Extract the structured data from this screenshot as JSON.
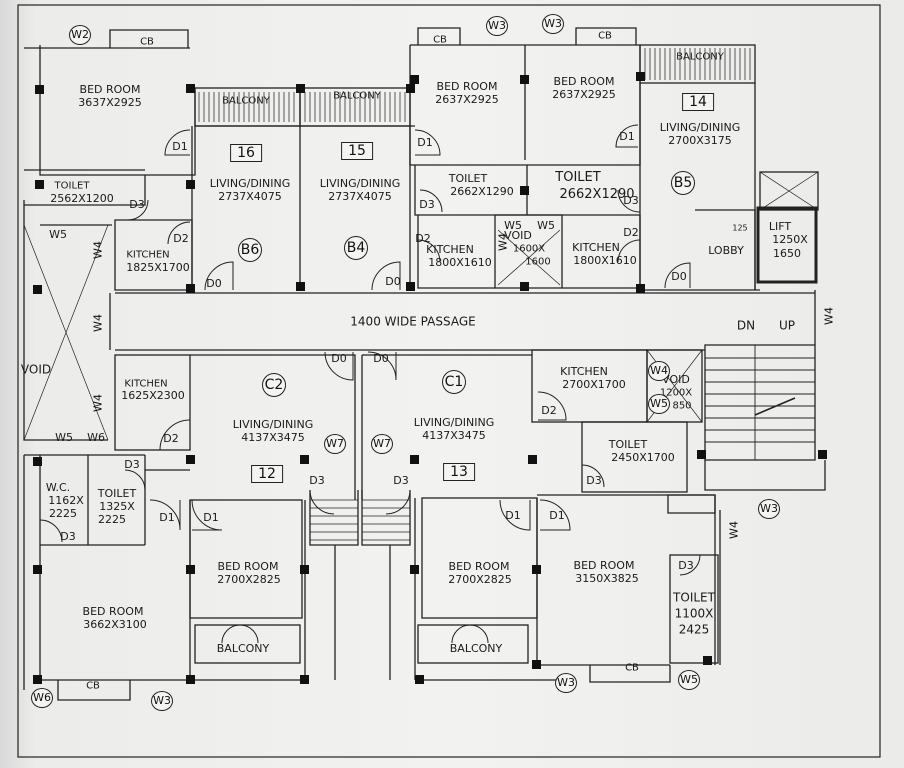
{
  "rooms": {
    "bed_tl": {
      "name": "BED ROOM",
      "dim": "3637X2925"
    },
    "toilet_tl": {
      "name": "TOILET",
      "dim": "2562X1200"
    },
    "kitchen_b6": {
      "name": "KITCHEN",
      "dim": "1825X1700"
    },
    "living_16": {
      "name": "LIVING/DINING",
      "dim": "2737X4075"
    },
    "living_15": {
      "name": "LIVING/DINING",
      "dim": "2737X4075"
    },
    "bed_t1": {
      "name": "BED ROOM",
      "dim": "2637X2925"
    },
    "bed_t2": {
      "name": "BED ROOM",
      "dim": "2637X2925"
    },
    "toilet_t1": {
      "name": "TOILET",
      "dim": "2662X1290"
    },
    "toilet_t2": {
      "name": "TOILET",
      "dim": "2662X1290"
    },
    "kitchen_t1": {
      "name": "KITCHEN",
      "dim": "1800X1610"
    },
    "kitchen_t2": {
      "name": "KITCHEN",
      "dim": "1800X1610"
    },
    "living_14": {
      "name": "LIVING/DINING",
      "dim": "2700X3175"
    },
    "lobby": {
      "name": "LOBBY"
    },
    "lift": {
      "name": "LIFT",
      "dim1": "1250X",
      "dim2": "1650"
    },
    "kitchen_c2": {
      "name": "KITCHEN",
      "dim": "1625X2300"
    },
    "living_12": {
      "name": "LIVING/DINING",
      "dim": "4137X3475"
    },
    "living_13": {
      "name": "LIVING/DINING",
      "dim": "4137X3475"
    },
    "kitchen_c1": {
      "name": "KITCHEN",
      "dim": "2700X1700"
    },
    "toilet_c1": {
      "name": "TOILET",
      "dim": "2450X1700"
    },
    "wc": {
      "name": "W.C.",
      "dim1": "1162X",
      "dim2": "2225"
    },
    "toilet_bl": {
      "name": "TOILET",
      "dim1": "1325X",
      "dim2": "2225"
    },
    "bed_bl": {
      "name": "BED ROOM",
      "dim": "3662X3100"
    },
    "bed_b12": {
      "name": "BED ROOM",
      "dim": "2700X2825"
    },
    "bed_b13": {
      "name": "BED ROOM",
      "dim": "2700X2825"
    },
    "bed_br": {
      "name": "BED ROOM",
      "dim": "3150X3825"
    },
    "toilet_br": {
      "name": "TOILET",
      "dim1": "1100X",
      "dim2": "2425"
    }
  },
  "passage": "1400 WIDE PASSAGE",
  "stairs": {
    "dn": "DN",
    "up": "UP"
  },
  "void_left": "VOID",
  "void_mid": {
    "label": "VOID",
    "dim1": "1600X",
    "dim2": "1600"
  },
  "void_right": {
    "label": "VOID",
    "dim1": "1200X",
    "dim2": "850"
  },
  "lift_small": "125",
  "units": [
    "16",
    "15",
    "14",
    "12",
    "13"
  ],
  "blocks": [
    "B6",
    "B4",
    "B5",
    "C2",
    "C1"
  ],
  "balcony": "BALCONY",
  "cb": "CB",
  "doors": {
    "D0": "D0",
    "D1": "D1",
    "D2": "D2",
    "D3": "D3"
  },
  "windows": {
    "W2": "W2",
    "W3": "W3",
    "W4": "W4",
    "W5": "W5",
    "W6": "W6",
    "W7": "W7"
  },
  "colors": {
    "ink": "#1f1f1f",
    "paper": "#f2f2f0",
    "column": "#111111"
  }
}
